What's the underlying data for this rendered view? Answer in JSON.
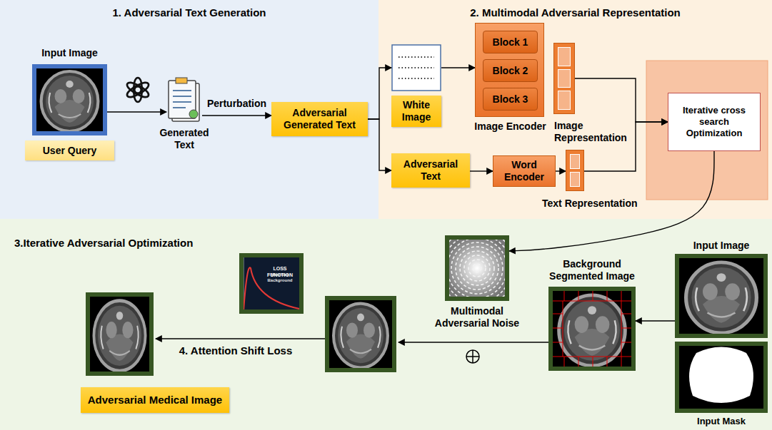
{
  "diagram": {
    "nodes": [
      {
        "text": [
          "1. Adversarial Text Generation"
        ]
      },
      {
        "text": [
          "Input Image"
        ],
        "in": 0
      },
      {
        "text": [
          "User Query"
        ],
        "in": 0
      },
      {
        "text": [
          "Generated Text"
        ],
        "in": 0
      },
      {
        "text": [
          "Adversarial Generated Text"
        ],
        "in": 0
      },
      {
        "text": [
          "2. Multimodal Adversarial Representation"
        ]
      },
      {
        "text": [
          "White Image"
        ],
        "in": 5
      },
      {
        "text": [
          "Adversarial Text"
        ],
        "in": 5
      },
      {
        "text": [
          "Image Encoder"
        ],
        "in": 5
      },
      {
        "text": [
          "Block 1"
        ],
        "in": 8
      },
      {
        "text": [
          "Block 2"
        ],
        "in": 8
      },
      {
        "text": [
          "Block 3"
        ],
        "in": 8
      },
      {
        "text": [
          "Image Representation"
        ],
        "in": 5
      },
      {
        "text": [
          "Word Encoder"
        ],
        "in": 5
      },
      {
        "text": [
          "Text Representation"
        ],
        "in": 5
      },
      {
        "text": [
          "Iterative cross search Optimization"
        ],
        "in": 5
      },
      {
        "text": [
          "3.Iterative Adversarial Optimization"
        ]
      },
      {
        "text": [
          "Adversarial Medical Image"
        ],
        "in": 16
      },
      {
        "text": [
          "Multimodal Adversarial Noise"
        ],
        "in": 16
      },
      {
        "text": [
          "Background Segmented Image"
        ],
        "in": 16
      },
      {
        "text": [
          "Input Image"
        ],
        "in": 16
      },
      {
        "text": [
          "Input Mask"
        ],
        "in": 16
      }
    ],
    "edges": [
      {
        "from": 1,
        "to": 3,
        "arrow": "to"
      },
      {
        "from": 3,
        "to": 4,
        "label": "Perturbation",
        "arrow": "to"
      },
      {
        "from": 4,
        "to": 6,
        "arrow": "to"
      },
      {
        "from": 4,
        "to": 7,
        "arrow": "to"
      },
      {
        "from": 6,
        "to": 8,
        "arrow": "to"
      },
      {
        "from": 7,
        "to": 13,
        "arrow": "to"
      },
      {
        "from": 13,
        "to": 14,
        "arrow": "to"
      },
      {
        "from": 12,
        "to": 15,
        "arrow": "to"
      },
      {
        "from": 14,
        "to": 15,
        "arrow": "to"
      },
      {
        "from": 15,
        "to": 18,
        "arrow": "to"
      },
      {
        "from": 20,
        "to": 19,
        "arrow": "to"
      }
    ],
    "labels": [
      "4. Attention Shift Loss",
      "LOSS FUNCTION",
      "Minimize Background"
    ]
  }
}
